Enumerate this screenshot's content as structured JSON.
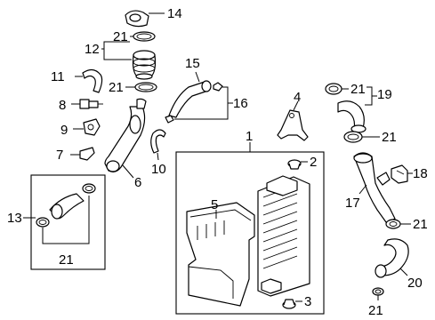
{
  "diagram": {
    "callouts": {
      "c1": "1",
      "c2": "2",
      "c3": "3",
      "c4": "4",
      "c5": "5",
      "c6": "6",
      "c7": "7",
      "c8": "8",
      "c9": "9",
      "c10": "10",
      "c11": "11",
      "c12": "12",
      "c13": "13",
      "c14": "14",
      "c15": "15",
      "c16": "16",
      "c17": "17",
      "c18": "18",
      "c19": "19",
      "c20": "20",
      "c21a": "21",
      "c21b": "21",
      "c21c": "21",
      "c21d": "21",
      "c21e": "21",
      "c21f": "21",
      "c21g": "21"
    },
    "colors": {
      "line": "#000000",
      "background": "#ffffff"
    }
  }
}
